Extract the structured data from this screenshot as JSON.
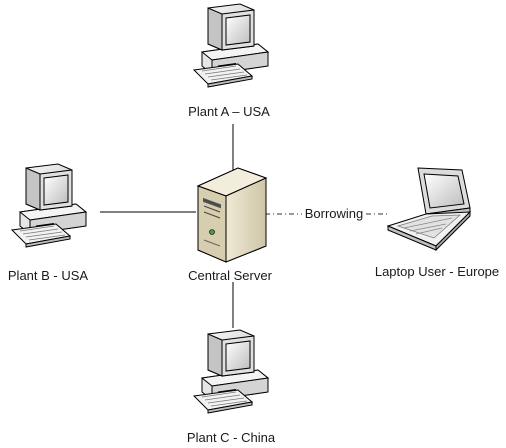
{
  "nodes": {
    "plant_a": "Plant A – USA",
    "plant_b": "Plant B - USA",
    "plant_c": "Plant C - China",
    "server": "Central Server",
    "laptop": "Laptop User - Europe"
  },
  "edges": {
    "laptop_link": "Borrowing"
  }
}
